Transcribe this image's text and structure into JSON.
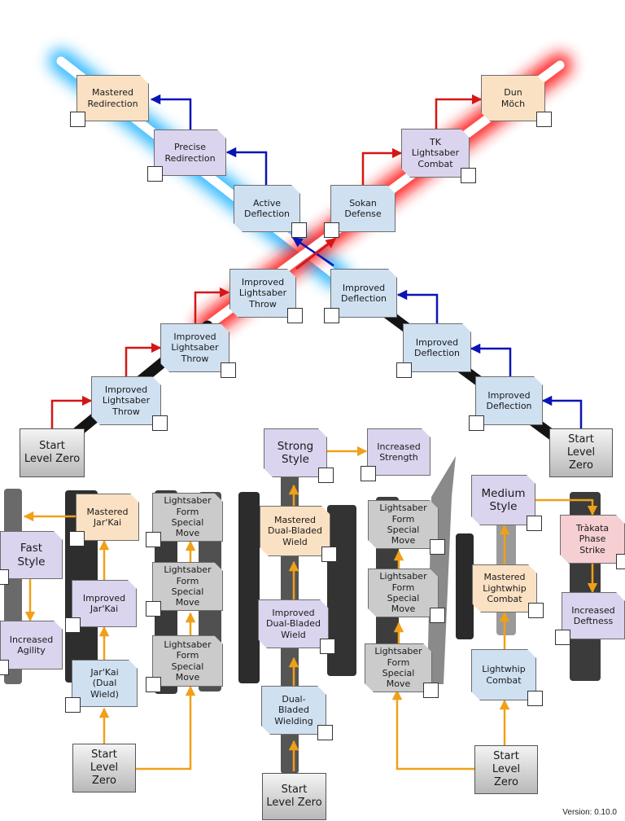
{
  "colors": {
    "blue_arrow": "#0a14b5",
    "red_arrow": "#d41616",
    "orange_arrow": "#f0a018",
    "blue_node": "#cfe0f1",
    "purple_node": "#dad4ee",
    "peach_node": "#fbe1c4",
    "gray_node": "#cbcbcb",
    "pink_node": "#f6cfd2"
  },
  "version": "Version: 0.10.0",
  "nodes": [
    {
      "id": "mastered-redirection",
      "label": "Mastered\nRedirection",
      "style": "peach"
    },
    {
      "id": "precise-redirection",
      "label": "Precise\nRedirection",
      "style": "purple"
    },
    {
      "id": "active-deflection",
      "label": "Active\nDeflection",
      "style": "blue"
    },
    {
      "id": "improved-lightsaber-throw-3",
      "label": "Improved\nLightsaber\nThrow",
      "style": "blue"
    },
    {
      "id": "improved-lightsaber-throw-2",
      "label": "Improved\nLightsaber\nThrow",
      "style": "blue"
    },
    {
      "id": "improved-lightsaber-throw-1",
      "label": "Improved\nLightsaber\nThrow",
      "style": "blue"
    },
    {
      "id": "start-left",
      "label": "Start\nLevel Zero",
      "style": "start"
    },
    {
      "id": "dun-moch",
      "label": "Dun\nMöch",
      "style": "peach"
    },
    {
      "id": "tk-lightsaber-combat",
      "label": "TK\nLightsaber\nCombat",
      "style": "purple"
    },
    {
      "id": "sokan-defense",
      "label": "Sokan\nDefense",
      "style": "blue"
    },
    {
      "id": "improved-deflection-3",
      "label": "Improved\nDeflection",
      "style": "blue"
    },
    {
      "id": "improved-deflection-2",
      "label": "Improved\nDeflection",
      "style": "blue"
    },
    {
      "id": "improved-deflection-1",
      "label": "Improved\nDeflection",
      "style": "blue"
    },
    {
      "id": "start-right",
      "label": "Start\nLevel Zero",
      "style": "start"
    },
    {
      "id": "strong-style",
      "label": "Strong\nStyle",
      "style": "purple"
    },
    {
      "id": "increased-strength",
      "label": "Increased\nStrength",
      "style": "purple"
    },
    {
      "id": "mastered-dual-bladed-wield",
      "label": "Mastered\nDual-Bladed\nWield",
      "style": "peach"
    },
    {
      "id": "improved-dual-bladed-wield",
      "label": "Improved\nDual-Bladed\nWield",
      "style": "purple"
    },
    {
      "id": "dual-bladed-wielding",
      "label": "Dual-\nBladed\nWielding",
      "style": "blue"
    },
    {
      "id": "start-center",
      "label": "Start\nLevel Zero",
      "style": "start"
    },
    {
      "id": "fast-style",
      "label": "Fast\nStyle",
      "style": "purple"
    },
    {
      "id": "increased-agility",
      "label": "Increased\nAgility",
      "style": "purple"
    },
    {
      "id": "mastered-jarkai",
      "label": "Mastered\nJar'Kai",
      "style": "peach"
    },
    {
      "id": "improved-jarkai",
      "label": "Improved\nJar'Kai",
      "style": "purple"
    },
    {
      "id": "jarkai-dual-wield",
      "label": "Jar'Kai\n(Dual\nWield)",
      "style": "blue"
    },
    {
      "id": "start-bottom-left",
      "label": "Start\nLevel Zero",
      "style": "start"
    },
    {
      "id": "form-move-a3",
      "label": "Lightsaber\nForm\nSpecial\nMove",
      "style": "gray"
    },
    {
      "id": "form-move-a2",
      "label": "Lightsaber\nForm\nSpecial\nMove",
      "style": "gray"
    },
    {
      "id": "form-move-a1",
      "label": "Lightsaber\nForm\nSpecial\nMove",
      "style": "gray"
    },
    {
      "id": "form-move-b3",
      "label": "Lightsaber\nForm\nSpecial\nMove",
      "style": "gray"
    },
    {
      "id": "form-move-b2",
      "label": "Lightsaber\nForm\nSpecial\nMove",
      "style": "gray"
    },
    {
      "id": "form-move-b1",
      "label": "Lightsaber\nForm\nSpecial\nMove",
      "style": "gray"
    },
    {
      "id": "medium-style",
      "label": "Medium\nStyle",
      "style": "purple"
    },
    {
      "id": "trakata-phase-strike",
      "label": "Tràkata\nPhase\nStrike",
      "style": "pink"
    },
    {
      "id": "increased-deftness",
      "label": "Increased\nDeftness",
      "style": "purple"
    },
    {
      "id": "mastered-lightwhip-combat",
      "label": "Mastered\nLightwhip\nCombat",
      "style": "peach"
    },
    {
      "id": "lightwhip-combat",
      "label": "Lightwhip\nCombat",
      "style": "blue"
    },
    {
      "id": "start-bottom-right",
      "label": "Start\nLevel Zero",
      "style": "start"
    }
  ]
}
